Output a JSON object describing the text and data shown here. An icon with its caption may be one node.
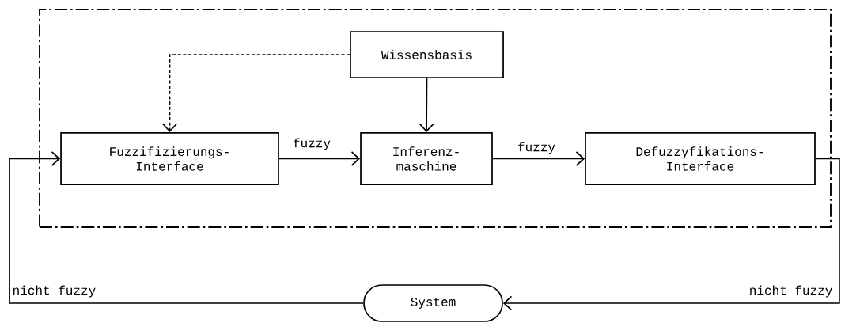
{
  "diagram": {
    "nodes": [
      {
        "text": [],
        "shape": "box"
      },
      {
        "text": [
          "Wissensbasis"
        ],
        "in": 0
      },
      {
        "text": [
          "Fuzzifizierungs- Interface"
        ],
        "in": 0
      },
      {
        "text": [
          "Inferenz- maschine"
        ],
        "in": 0
      },
      {
        "text": [
          "Defuzzyfikations- Interface"
        ],
        "in": 0
      },
      {
        "text": [
          "System"
        ]
      }
    ],
    "edges": [
      {
        "from": 1,
        "to": 2,
        "arrow": "to",
        "style": "dashed"
      },
      {
        "from": 1,
        "to": 3,
        "arrow": "to"
      },
      {
        "from": 2,
        "to": 3,
        "arrow": "to",
        "label": "fuzzy"
      },
      {
        "from": 3,
        "to": 4,
        "arrow": "to",
        "label": "fuzzy"
      },
      {
        "from": 4,
        "to": 5,
        "arrow": "to",
        "label": "nicht fuzzy"
      },
      {
        "from": 5,
        "to": 2,
        "arrow": "to",
        "label": "nicht fuzzy"
      }
    ]
  }
}
